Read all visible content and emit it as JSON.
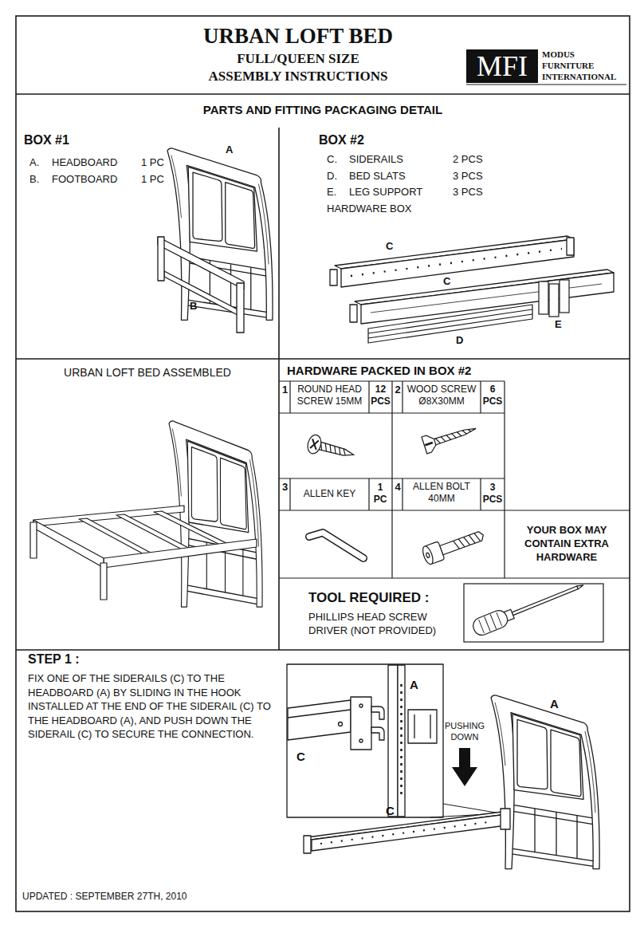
{
  "diagram": {
    "title": "URBAN LOFT BED",
    "nodes": [
      {
        "text": [
          "MFI"
        ]
      },
      {
        "text": [
          "PARTS AND FITTING PACKAGING DETAIL"
        ]
      },
      {
        "text": [
          "BOX #1"
        ],
        "in": 1
      },
      {
        "text": [
          "BOX #2"
        ],
        "in": 1
      },
      {
        "text": [
          "URBAN LOFT BED ASSEMBLED"
        ]
      },
      {
        "text": [
          "HARDWARE PACKED IN BOX #2"
        ]
      },
      {
        "text": [
          "1",
          "ROUND HEAD SCREW 15MM",
          "12 PCS"
        ],
        "in": 5
      },
      {
        "text": [
          "2",
          "WOOD SCREW Ø8X30MM",
          "6 PCS"
        ],
        "in": 5
      },
      {
        "text": [
          "3",
          "ALLEN KEY",
          "1 PC"
        ],
        "in": 5
      },
      {
        "text": [
          "4",
          "ALLEN BOLT 40MM",
          "3 PCS"
        ],
        "in": 5
      },
      {
        "text": [
          "YOUR BOX MAY CONTAIN EXTRA HARDWARE"
        ],
        "in": 5
      },
      {
        "text": [
          "TOOL REQUIRED :",
          "PHILLIPS HEAD SCREW DRIVER (NOT PROVIDED)"
        ],
        "in": 5
      },
      {
        "text": [
          "STEP 1 :",
          "FIX ONE OF THE SIDERAILS (C) TO THE HEADBOARD (A) BY SLIDING IN THE HOOK INSTALLED AT THE END OF THE SIDERAIL (C) TO THE HEADBOARD (A), AND PUSH DOWN THE SIDERAIL (C) TO SECURE THE CONNECTION."
        ]
      }
    ],
    "labels": [
      "FULL/QUEEN SIZE",
      "ASSEMBLY INSTRUCTIONS",
      "MODUS FURNITURE INTERNATIONAL",
      "A.",
      "HEADBOARD",
      "1 PC",
      "B.",
      "FOOTBOARD",
      "1 PC",
      "A",
      "B",
      "C.",
      "SIDERAILS",
      "2 PCS",
      "D.",
      "BED SLATS",
      "3 PCS",
      "E.",
      "LEG SUPPORT",
      "3 PCS",
      "HARDWARE BOX",
      "C",
      "C",
      "D",
      "E",
      "A",
      "C",
      "PUSHING DOWN",
      "A",
      "C",
      "UPDATED : SEPTEMBER 27TH, 2010"
    ]
  }
}
